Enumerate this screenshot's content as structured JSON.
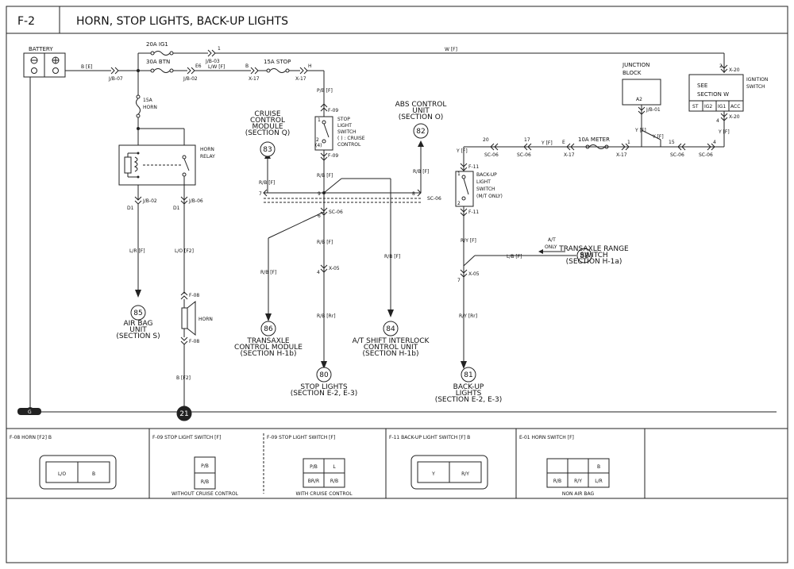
{
  "header": {
    "code": "F-2",
    "title": "HORN, STOP LIGHTS, BACK-UP LIGHTS"
  },
  "components": {
    "battery": "BATTERY",
    "fuse_20a": "20A IG1",
    "fuse_30a": "30A BTN",
    "fuse_15a_horn_a": "15A",
    "fuse_15a_horn_b": "HORN",
    "fuse_15a_stop": "15A STOP",
    "fuse_10a_meter": "10A METER",
    "horn_relay_a": "HORN",
    "horn_relay_b": "RELAY",
    "horn": "HORN",
    "junction_block_a": "JUNCTION",
    "junction_block_b": "BLOCK",
    "junction_pin": "A2",
    "ignition_a": "SEE",
    "ignition_b": "SECTION W",
    "ignition_label_a": "IGNITION",
    "ignition_label_b": "SWITCH",
    "ign_st": "ST",
    "ign_ig2": "IG2",
    "ign_ig1": "IG1",
    "ign_acc": "ACC",
    "stop_sw_a": "STOP",
    "stop_sw_b": "LIGHT",
    "stop_sw_c": "SWITCH",
    "stop_sw_d": "( ) : CRUISE",
    "stop_sw_e": "CONTROL",
    "backup_sw_a": "BACK-UP",
    "backup_sw_b": "LIGHT",
    "backup_sw_c": "SWITCH",
    "backup_sw_d": "(M/T ONLY)",
    "at_only_a": "A/T",
    "at_only_b": "ONLY"
  },
  "refs": [
    {
      "num": "83",
      "lines": [
        "CRUISE",
        "CONTROL",
        "MODULE",
        "(SECTION Q)"
      ]
    },
    {
      "num": "82",
      "lines": [
        "ABS CONTROL",
        "UNIT",
        "(SECTION O)"
      ]
    },
    {
      "num": "85",
      "lines": [
        "AIR BAG",
        "UNIT",
        "(SECTION S)"
      ]
    },
    {
      "num": "86",
      "lines": [
        "TRANSAXLE",
        "CONTROL MODULE",
        "(SECTION H-1b)"
      ]
    },
    {
      "num": "80",
      "lines": [
        "STOP LIGHTS",
        "(SECTION E-2, E-3)"
      ]
    },
    {
      "num": "84",
      "lines": [
        "A/T SHIFT INTERLOCK",
        "CONTROL UNIT",
        "(SECTION H-1b)"
      ]
    },
    {
      "num": "81",
      "lines": [
        "BACK-UP",
        "LIGHTS",
        "(SECTION E-2, E-3)"
      ]
    },
    {
      "num": "88",
      "lines": [
        "TRANSAXLE RANGE",
        "SWITCH",
        "(SECTION H-1a)"
      ]
    },
    {
      "num": "21",
      "lines": []
    }
  ],
  "wires": {
    "w_f": "W [F]",
    "b_e": "B [E]",
    "l_w_f": "L/W [F]",
    "p_b_f": "P/B [F]",
    "r_b_f_1": "R/B [F]",
    "r_b_f_2": "R/B [F]",
    "r_b_f_3": "R/B [F]",
    "r_b_f_4": "R/B [F]",
    "r_b_f_5": "R/B [F]",
    "r_b_f_6": "R/B [F]",
    "r_b_rr": "R/B [Rr]",
    "y_f_1": "Y [F]",
    "y_f_2": "Y [F]",
    "y_f_3": "Y [F]",
    "y_f_4": "Y [F]",
    "y_f_5": "Y [F]",
    "r_y_f": "R/Y [F]",
    "r_y_rr": "R/Y [Rr]",
    "l_b_f": "L/B [F]",
    "l_r_f": "L/R [F]",
    "l_o_f2": "L/O [F2]",
    "b_f2": "B [F2]"
  },
  "connectors": {
    "jb07": "J/B-07",
    "jb02": "J/B-02",
    "jb03": "J/B-03",
    "jb02b": "J/B-02",
    "jb06": "J/B-06",
    "jb01": "J/B-01",
    "x17a": "X-17",
    "x17b": "X-17",
    "x17c": "X-17",
    "x17d": "X-17",
    "x20a": "X-20",
    "x20b": "X-20",
    "f09a": "F-09",
    "f09b": "F-09",
    "f11a": "F-11",
    "f11b": "F-11",
    "f08a": "F-08",
    "f08b": "F-08",
    "sc06a": "SC-06",
    "sc06b": "SC-06",
    "sc06c": "SC-06",
    "sc06d": "SC-06",
    "sc06e": "SC-06",
    "sc06f": "SC-06",
    "x05a": "X-05",
    "x05b": "X-05",
    "d1a": "D1",
    "d1b": "D1",
    "e6": "E6",
    "h": "H",
    "b": "B",
    "e": "E",
    "i": "I",
    "n1": "1",
    "n2": "2",
    "n2b": "2",
    "n4a": "4",
    "n4b": "4",
    "n4c": "4",
    "n7a": "7",
    "n7b": "7",
    "n8": "8",
    "n9": "9",
    "n6": "6",
    "n15": "15",
    "n17": "17",
    "n20": "20",
    "n1b": "1",
    "n1c": "1",
    "n2c": "2",
    "n4d": "(4)"
  },
  "bottom": [
    {
      "title": "F-08 HORN [F2] B",
      "pins": [
        "L/O",
        "B"
      ]
    },
    {
      "title": "F-09 STOP LIGHT SWITCH [F]",
      "pins": [
        "P/B",
        "R/B"
      ],
      "note": "WITHOUT CRUISE CONTROL"
    },
    {
      "title": "F-09 STOP LIGHT SWITCH [F]",
      "pins": [
        "P/B",
        "L",
        "BR/R",
        "R/B"
      ],
      "note": "WITH CRUISE CONTROL"
    },
    {
      "title": "F-11 BACK-UP LIGHT SWITCH [F] B",
      "pins": [
        "Y",
        "R/Y"
      ]
    },
    {
      "title": "E-01 HORN SWITCH [F]",
      "pins": [
        "B",
        "R/B",
        "R/Y",
        "L/R"
      ],
      "note": "NON AIR BAG"
    }
  ],
  "ground": "G"
}
